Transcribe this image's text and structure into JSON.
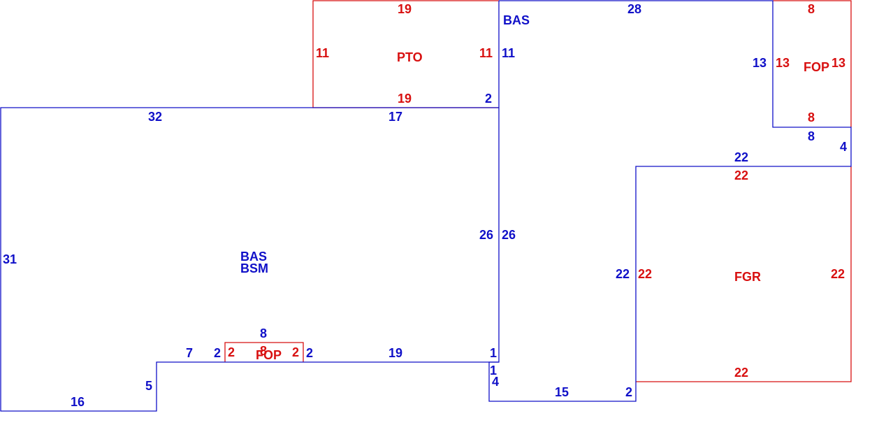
{
  "colors": {
    "main_structure": "#1010c8",
    "addition": "#d81010",
    "background": "#ffffff"
  },
  "areas": {
    "bas_main": {
      "code1": "BAS",
      "code2": "BSM"
    },
    "bas_right": {
      "code": "BAS"
    },
    "pto": {
      "code": "PTO"
    },
    "fop_top": {
      "code": "FOP"
    },
    "fop_bottom": {
      "code": "FOP"
    },
    "fgr": {
      "code": "FGR"
    }
  },
  "dimensions": {
    "main_top_left": "32",
    "main_top_right": "17",
    "main_left": "31",
    "main_bottom_left": "16",
    "main_step_vertical": "5",
    "main_step_horizontal": "7",
    "main_fop_left": "2",
    "main_fop_top": "8",
    "main_fop_right": "2",
    "main_bottom_right": "19",
    "main_right_step": "1",
    "main_right_inner": "26",
    "right_inner": "26",
    "right_top": "28",
    "right_pto_side": "11",
    "right_pto_bottom": "2",
    "right_fop_side": "13",
    "right_fop_bottom": "8",
    "right_notch": "4",
    "right_fgr_top": "22",
    "right_fgr_side": "22",
    "right_bottom_step": "2",
    "right_bottom": "15",
    "right_left_lower": "4",
    "right_left_step": "1",
    "pto_top": "19",
    "pto_left": "11",
    "pto_right": "11",
    "pto_bottom": "19",
    "fop_top_top": "8",
    "fop_top_left": "13",
    "fop_top_right": "13",
    "fop_top_bottom": "8",
    "fgr_top": "22",
    "fgr_left": "22",
    "fgr_right": "22",
    "fgr_bottom": "22",
    "fop_bottom_left": "2",
    "fop_bottom_top": "8",
    "fop_bottom_right": "2"
  }
}
